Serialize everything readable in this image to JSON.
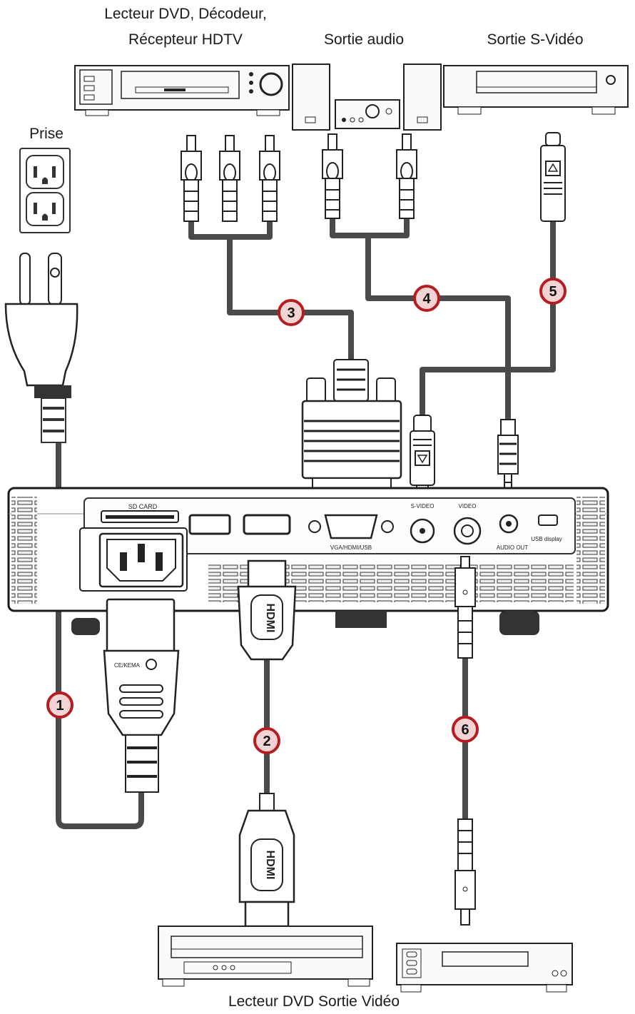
{
  "labels": {
    "dvd_decoder_line1": "Lecteur DVD, Décodeur,",
    "dvd_decoder_line2": "Récepteur HDTV",
    "audio_out": "Sortie audio",
    "svideo_out": "Sortie S-Vidéo",
    "outlet": "Prise",
    "bottom": "Lecteur DVD Sortie Vidéo"
  },
  "port_labels": {
    "sd_card": "SD CARD",
    "vga": "VGA/HDMI/USB",
    "svideo": "S-VIDEO",
    "video": "VIDEO",
    "audio_out": "AUDIO OUT",
    "usb_display": "USB display"
  },
  "plug_marking": "CE/KEMA",
  "hdmi_text": "HDMI",
  "callouts": [
    "1",
    "2",
    "3",
    "4",
    "5",
    "6"
  ],
  "colors": {
    "cable": "#4a4a4a",
    "badge_ring": "#b51d23",
    "badge_fill": "#f2d4d4"
  }
}
